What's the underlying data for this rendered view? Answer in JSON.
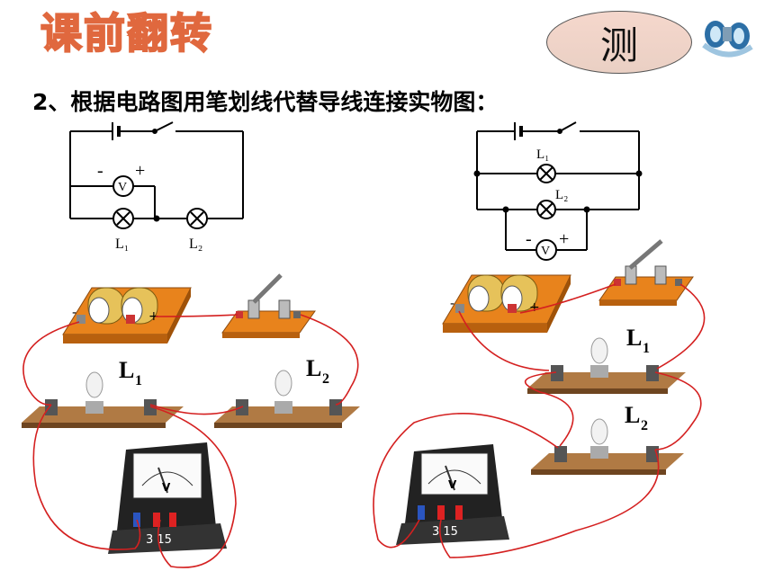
{
  "header": {
    "title": "课前翻转",
    "badge": "测"
  },
  "task": {
    "text": "2、根据电路图用笔划线代替导线连接实物图："
  },
  "left_diagram": {
    "meter_minus": "-",
    "meter_symbol": "V",
    "meter_plus": "+",
    "lamp1": "L₁",
    "lamp2": "L₂"
  },
  "right_diagram": {
    "lamp1": "L₁",
    "lamp2": "L₂",
    "meter_minus": "-",
    "meter_symbol": "V",
    "meter_plus": "+"
  },
  "left_photo": {
    "label1": "L",
    "sub1": "1",
    "label2": "L",
    "sub2": "2",
    "meter_terminals": "3 15",
    "meter_face": "V",
    "battery_minus": "-",
    "battery_plus": "+"
  },
  "right_photo": {
    "label1": "L",
    "sub1": "1",
    "label2": "L",
    "sub2": "2",
    "meter_terminals": "3 15",
    "meter_face": "V",
    "battery_minus": "-",
    "battery_plus": "+"
  },
  "colors": {
    "wire": "#d42020",
    "board": "#e8831c",
    "title_stroke": "#e0683e",
    "base": "#8b5a2b"
  },
  "icons": [
    "binoculars-icon"
  ]
}
